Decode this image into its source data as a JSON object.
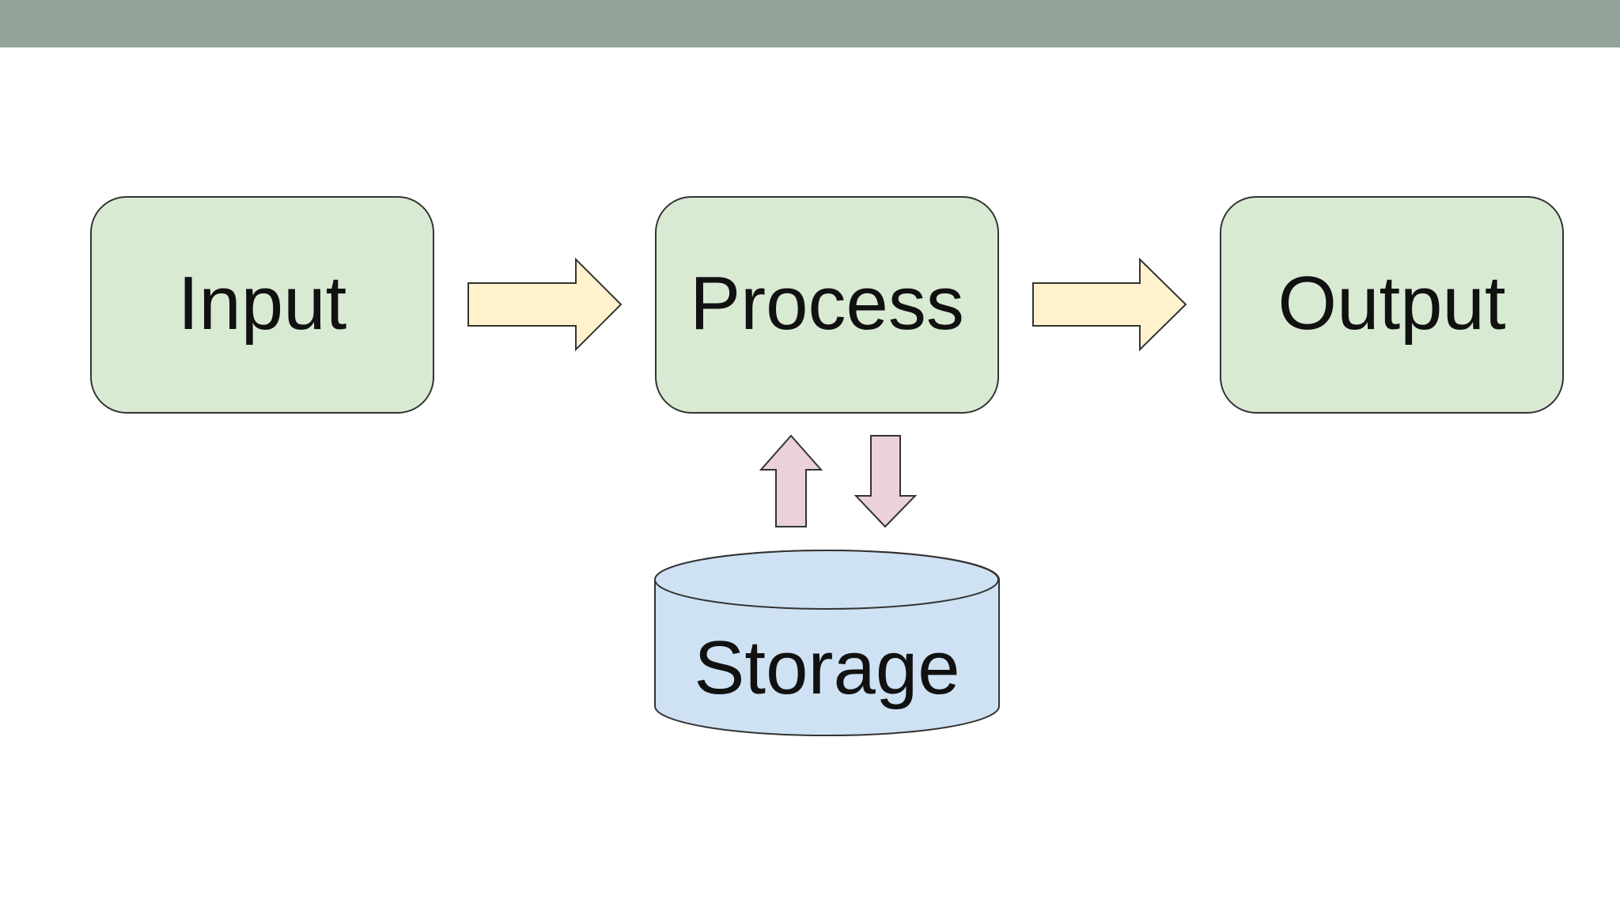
{
  "colors": {
    "top_bar": "#93a399",
    "process_box_fill": "#d9ead3",
    "flow_arrow_fill": "#fff2cc",
    "storage_arrow_fill": "#ead1dc",
    "storage_fill": "#cfe2f3",
    "stroke": "#333333"
  },
  "nodes": {
    "input": "Input",
    "process": "Process",
    "output": "Output",
    "storage": "Storage"
  },
  "edges": [
    {
      "from": "Input",
      "to": "Process"
    },
    {
      "from": "Process",
      "to": "Output"
    },
    {
      "from": "Storage",
      "to": "Process"
    },
    {
      "from": "Process",
      "to": "Storage"
    }
  ]
}
